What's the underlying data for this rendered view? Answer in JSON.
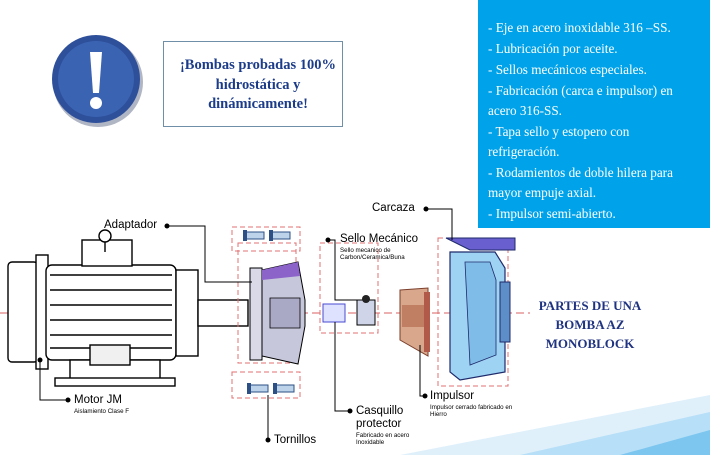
{
  "callout": {
    "line1": "¡Bombas probadas 100%",
    "line2": "hidrostática y",
    "line3": "dinámicamente!"
  },
  "features": [
    "- Eje en acero inoxidable 316 –SS.",
    "- Lubricación por aceite.",
    "- Sellos mecánicos especiales.",
    "- Fabricación (carca e impulsor) en",
    "acero 316-SS.",
    "- Tapa sello y estopero con",
    "refrigeración.",
    "- Rodamientos de doble hilera para",
    "mayor empuje axial.",
    "- Impulsor  semi-abierto."
  ],
  "parts_title": {
    "line1": "PARTES DE UNA",
    "line2": "BOMBA AZ",
    "line3": "MONOBLOCK"
  },
  "labels": {
    "adaptador": "Adaptador",
    "carcaza": "Carcaza",
    "sello": "Sello Mecánico",
    "sello_sub1": "Sello mecanico de",
    "sello_sub2": "Carbon/Ceramica/Buna",
    "motor": "Motor JM",
    "motor_sub": "Aislamiento Clase F",
    "casquillo1": "Casquillo",
    "casquillo2": "protector",
    "casquillo_sub1": "Fabricado en acero",
    "casquillo_sub2": "Inoxidable",
    "tornillos": "Tornillos",
    "impulsor": "Impulsor",
    "impulsor_sub1": "Impulsor cerrado fabricado en",
    "impulsor_sub2": "Hierro"
  },
  "colors": {
    "features_bg": "#00a3ea",
    "callout_text": "#1c3c8a",
    "parts_title": "#1f3380",
    "warning_circle": "#2e4f9a"
  },
  "icons": {
    "warning": "exclamation-warning-icon"
  }
}
